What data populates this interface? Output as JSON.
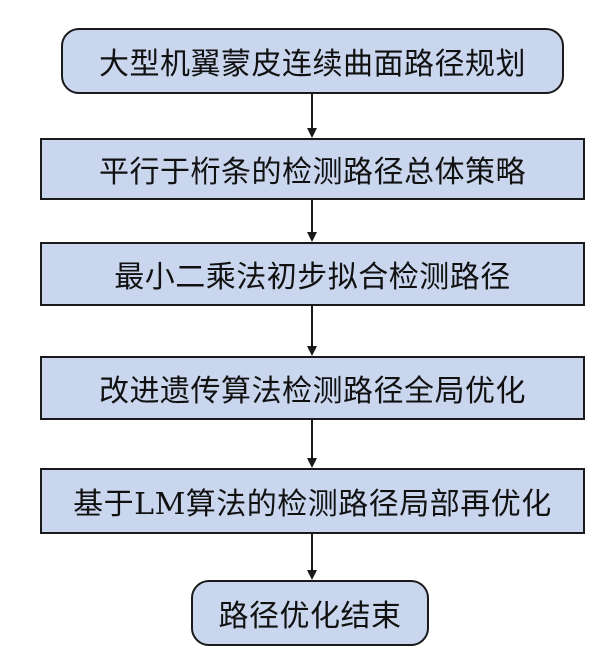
{
  "flowchart": {
    "start": "大型机翼蒙皮连续曲面路径规划",
    "step1": "平行于桁条的检测路径总体策略",
    "step2": "最小二乘法初步拟合检测路径",
    "step3": "改进遗传算法检测路径全局优化",
    "step4": "基于LM算法的检测路径局部再优化",
    "end": "路径优化结束"
  },
  "colors": {
    "box_fill": "#c9d6ee",
    "border": "#1a1a1a",
    "arrow": "#1a1a1a"
  }
}
